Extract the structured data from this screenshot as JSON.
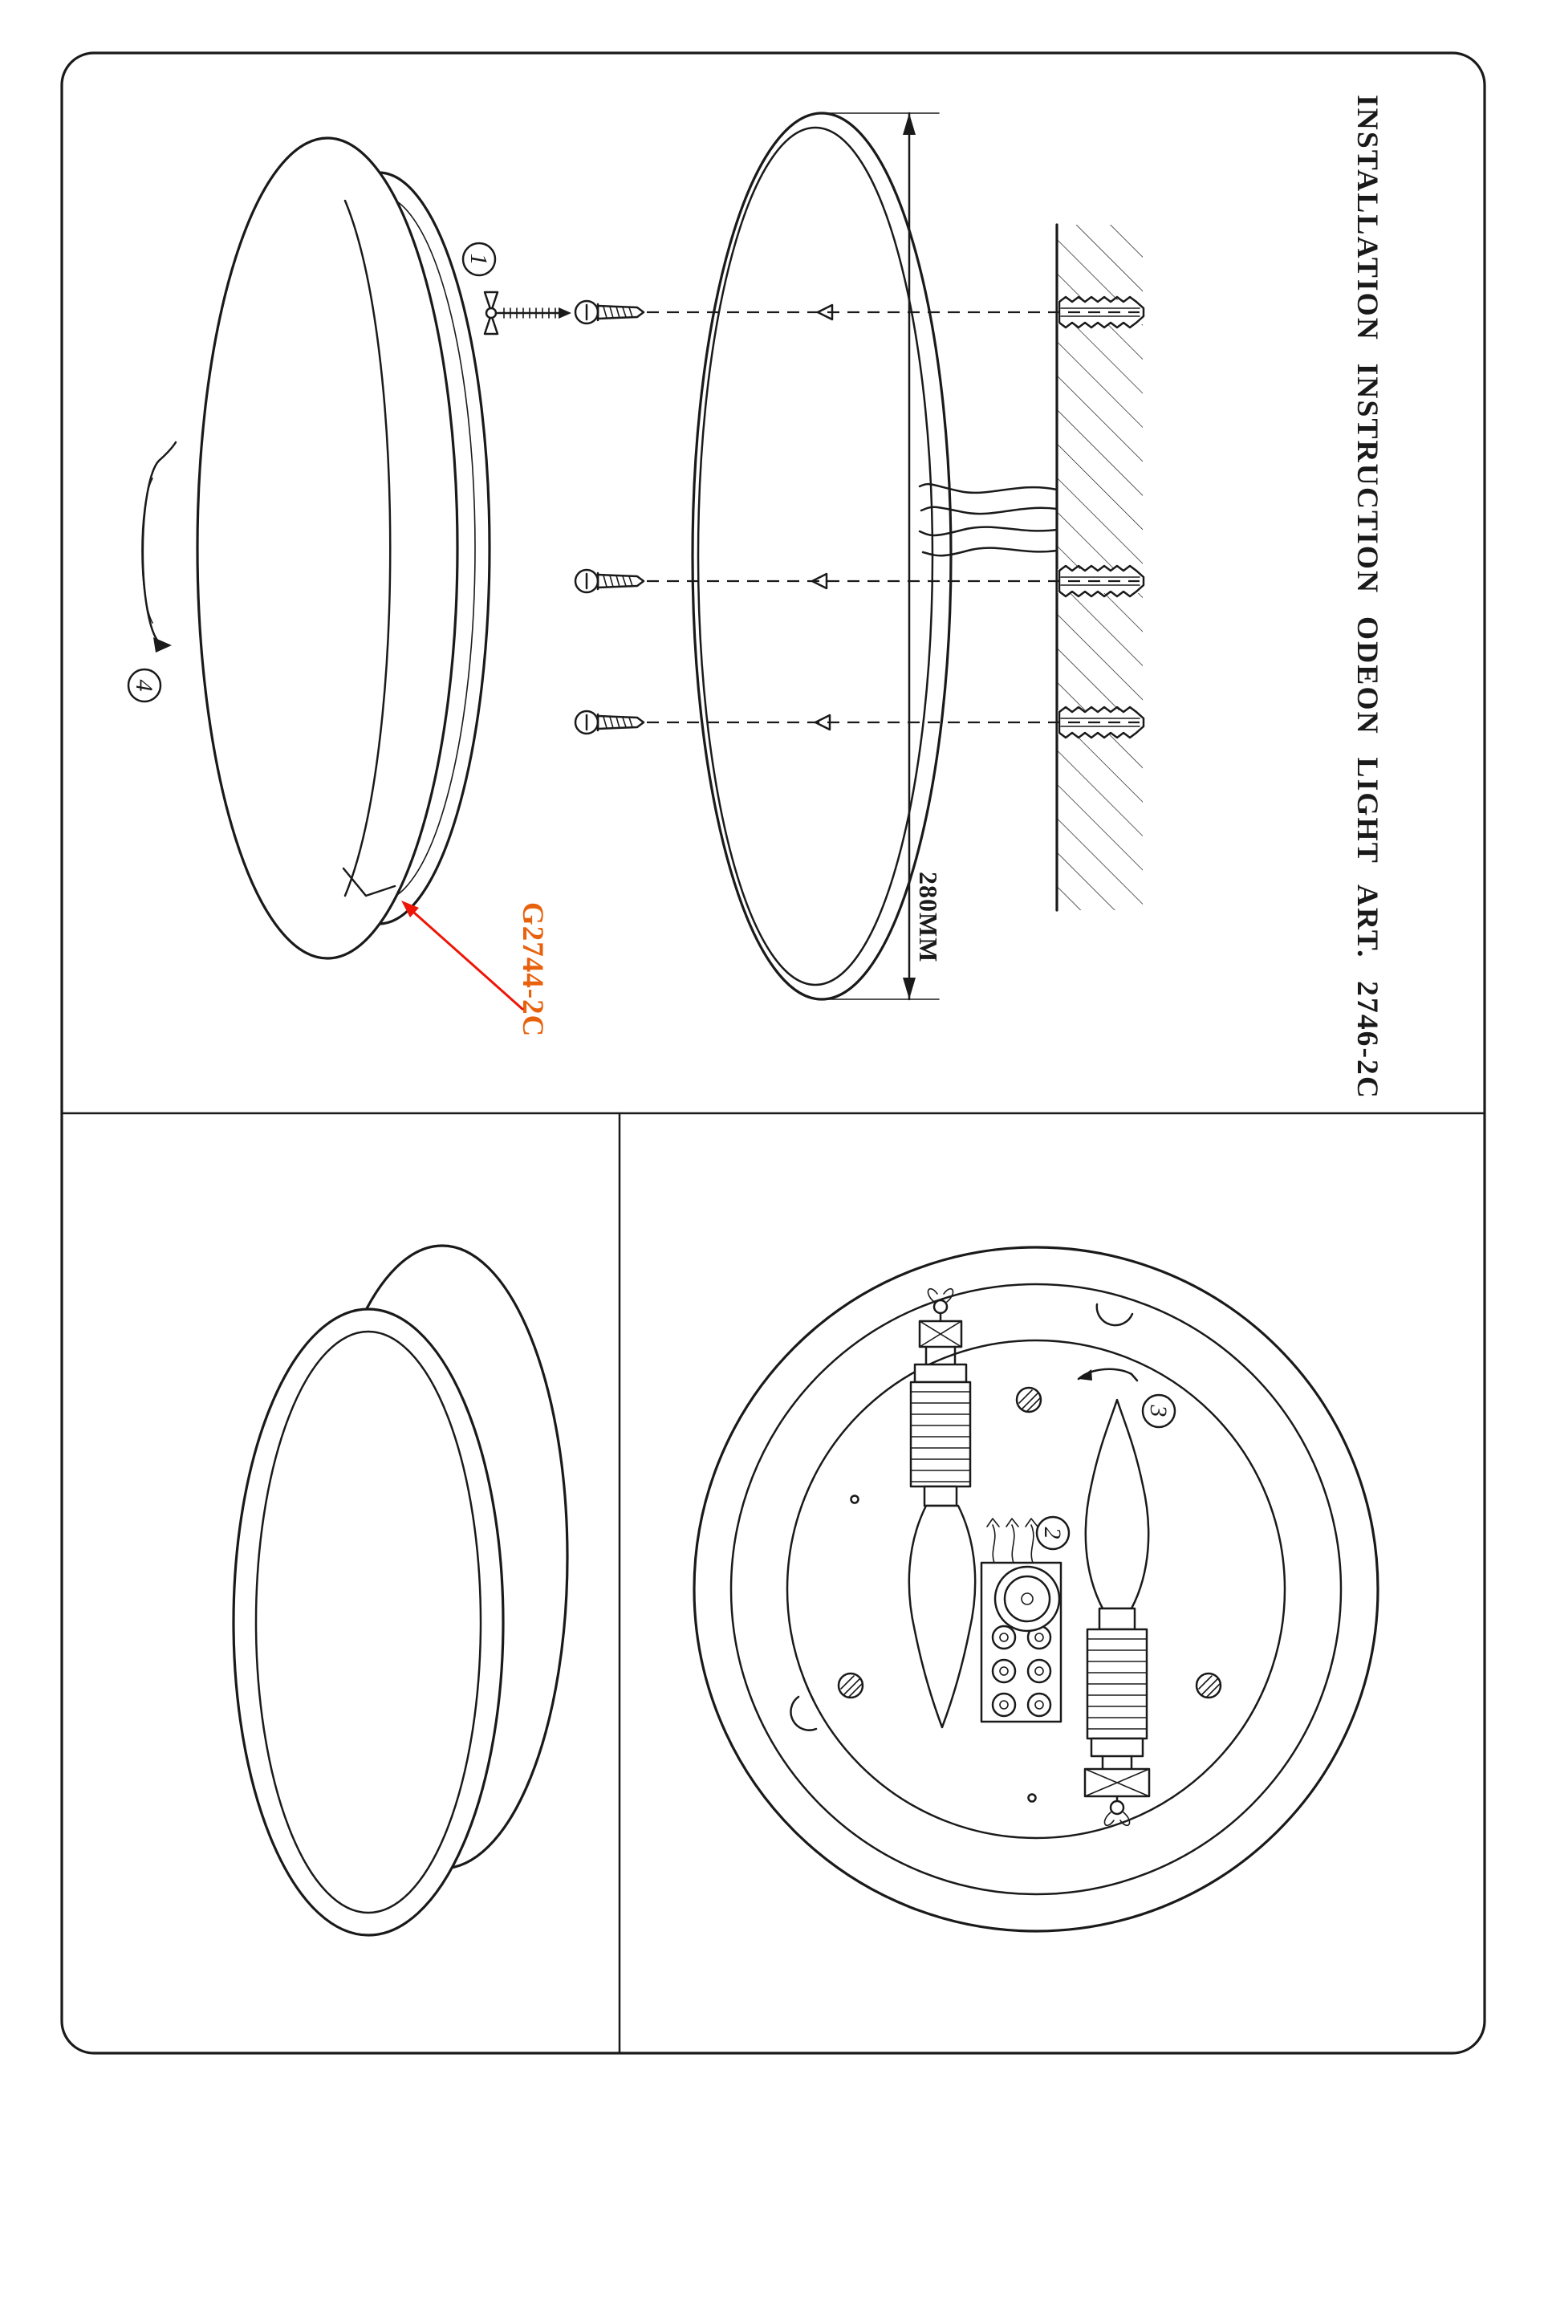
{
  "page": {
    "title": "INSTALLATION INSTRUCTION ODEON LIGHT ART. 2746-2C",
    "part_code": "G2744-2C",
    "dimension_label": "280MM",
    "steps": {
      "screw_in": "1",
      "connect_wires": "2",
      "insert_bulb": "3",
      "rotate_cover": "4"
    },
    "colors": {
      "ink": "#1a1a1a",
      "accent_orange": "#e8620d",
      "arrow_red": "#ee1507",
      "paper": "#ffffff"
    }
  }
}
